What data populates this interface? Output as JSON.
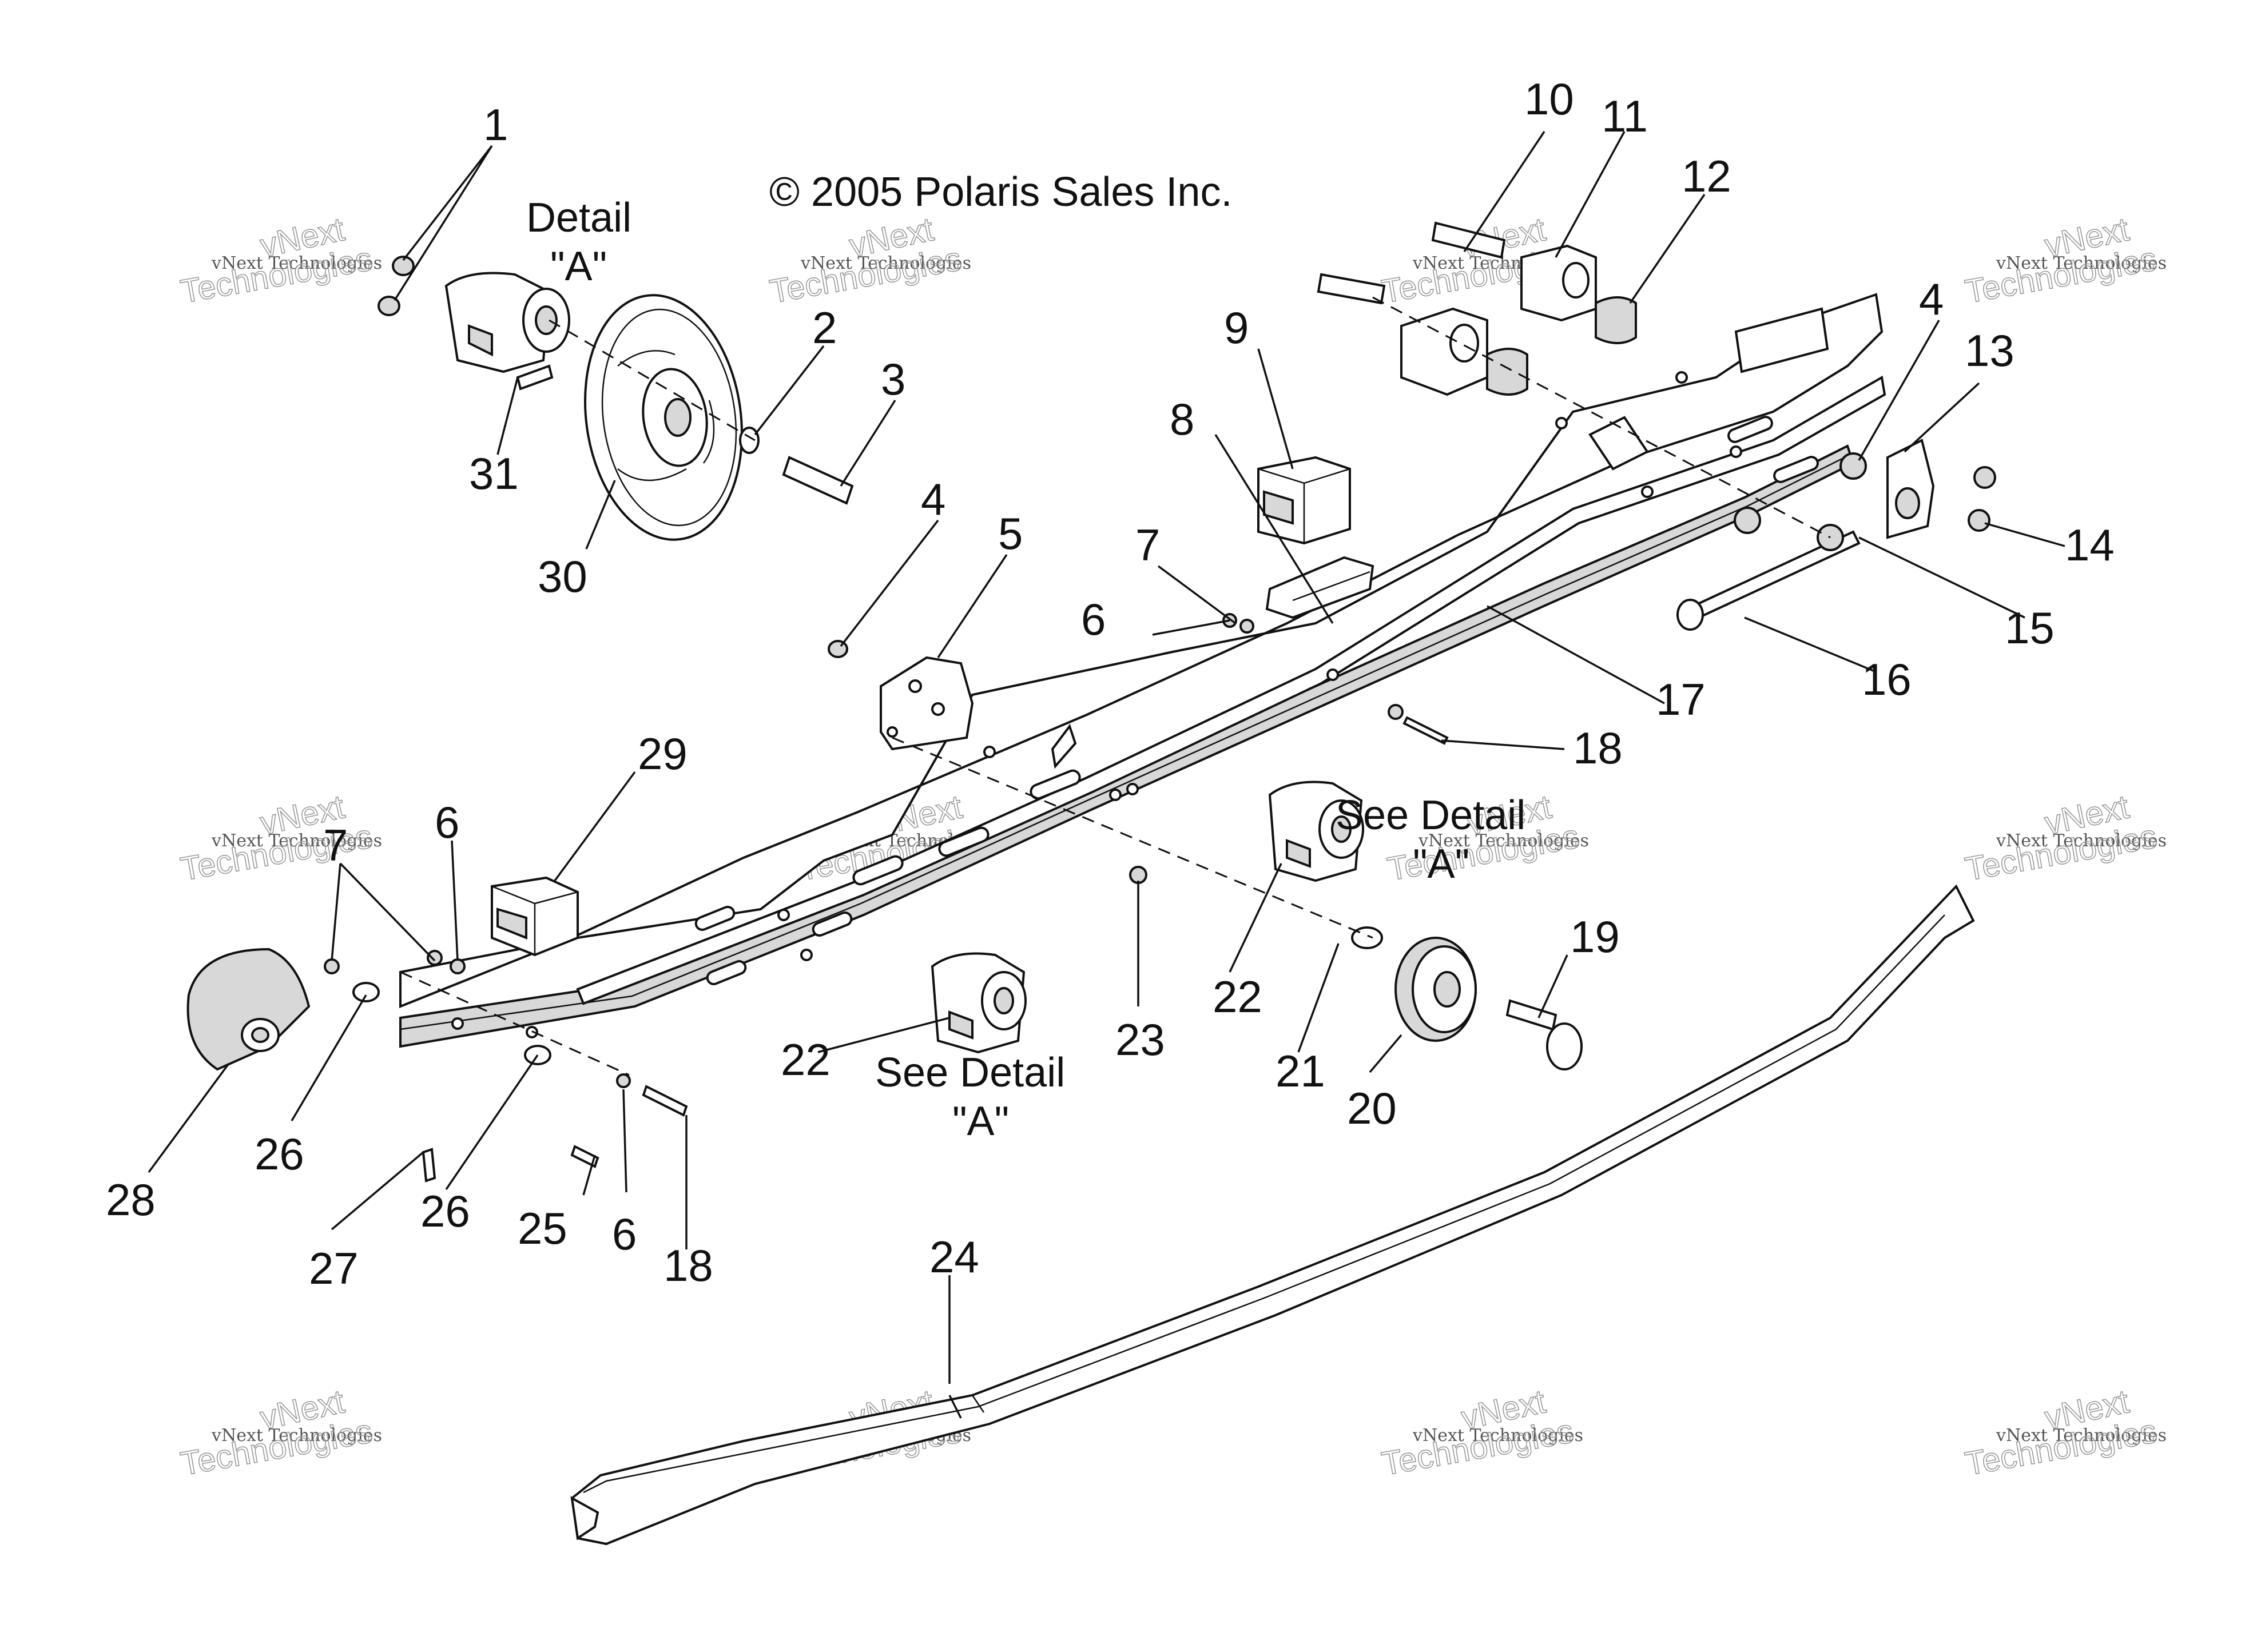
{
  "diagram": {
    "copyright": "© 2005 Polaris Sales Inc.",
    "details": [
      {
        "line1": "Detail",
        "line2": "\"A\""
      },
      {
        "line1": "See Detail",
        "line2": "\"A\""
      },
      {
        "line1": "See Detail",
        "line2": "\"A\""
      }
    ],
    "callouts": [
      "1",
      "2",
      "3",
      "4",
      "4",
      "5",
      "6",
      "6",
      "6",
      "7",
      "7",
      "8",
      "9",
      "10",
      "11",
      "12",
      "13",
      "14",
      "15",
      "16",
      "17",
      "18",
      "18",
      "19",
      "20",
      "21",
      "22",
      "22",
      "23",
      "24",
      "25",
      "26",
      "26",
      "27",
      "28",
      "29",
      "30",
      "31"
    ],
    "watermark": {
      "line1": "vNext Technologies",
      "line2": "vNext",
      "line3": "Technologies"
    }
  }
}
